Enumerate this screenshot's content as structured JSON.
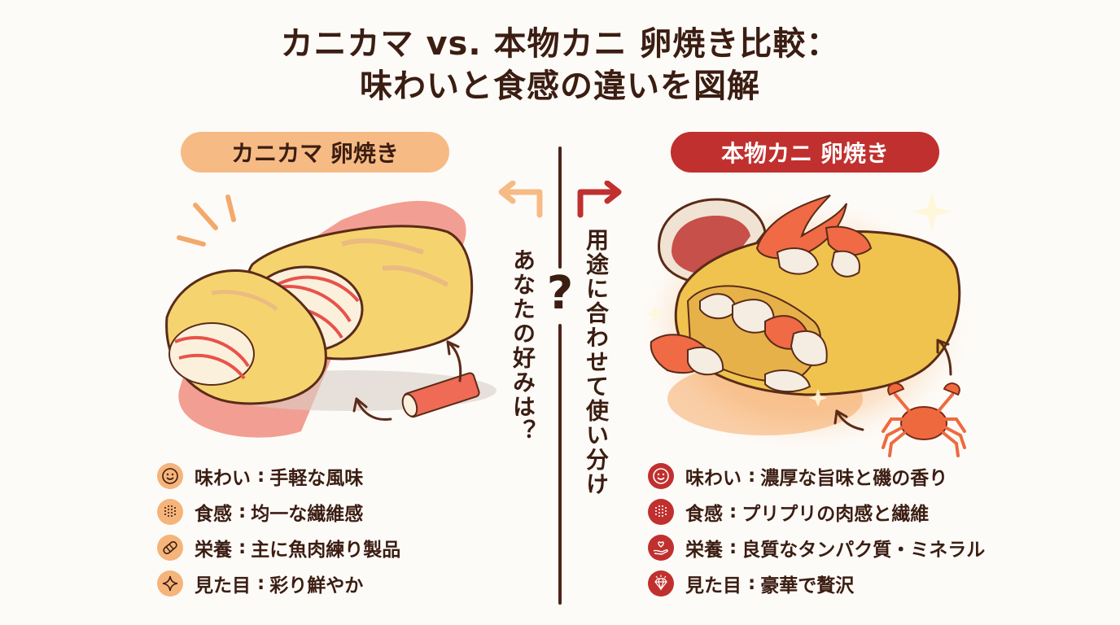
{
  "header": {
    "title_line1": "カニカマ vs. 本物カニ 卵焼き比較：",
    "title_line2": "味わいと食感の違いを図解"
  },
  "left_panel": {
    "badge": "カニカマ 卵焼き",
    "accent_color": "#f6bb84",
    "illustration": "imitation-crab-tamagoyaki",
    "ingredient": "imitation-crab-stick",
    "features": [
      {
        "icon": "smile-icon",
        "label": "味わい",
        "value": "手軽な風味"
      },
      {
        "icon": "fiber-texture-icon",
        "label": "食感",
        "value": "均一な繊維感"
      },
      {
        "icon": "bread-icon",
        "label": "栄養",
        "value": "主に魚肉練り製品"
      },
      {
        "icon": "sparkle-icon",
        "label": "見た目",
        "value": "彩り鮮やか"
      }
    ]
  },
  "right_panel": {
    "badge": "本物カニ 卵焼き",
    "accent_color": "#c0302e",
    "illustration": "real-crab-tamagoyaki",
    "ingredient": "crab",
    "features": [
      {
        "icon": "smile-icon",
        "label": "味わい",
        "value": "濃厚な旨味と磯の香り"
      },
      {
        "icon": "fiber-texture-icon",
        "label": "食感",
        "value": "プリプリの肉感と繊維"
      },
      {
        "icon": "heart-hand-icon",
        "label": "栄養",
        "value": "良質なタンパク質・ミネラル"
      },
      {
        "icon": "diamond-icon",
        "label": "見た目",
        "value": "豪華で贅沢"
      }
    ]
  },
  "center": {
    "question_mark": "?",
    "left_caption": "あなたの好みは？",
    "right_caption": "用途に合わせて使い分け",
    "separator": ":"
  },
  "colors": {
    "text": "#3b1d12",
    "left_accent": "#f6bb84",
    "right_accent": "#c0302e",
    "background": "#fdfbf8"
  }
}
